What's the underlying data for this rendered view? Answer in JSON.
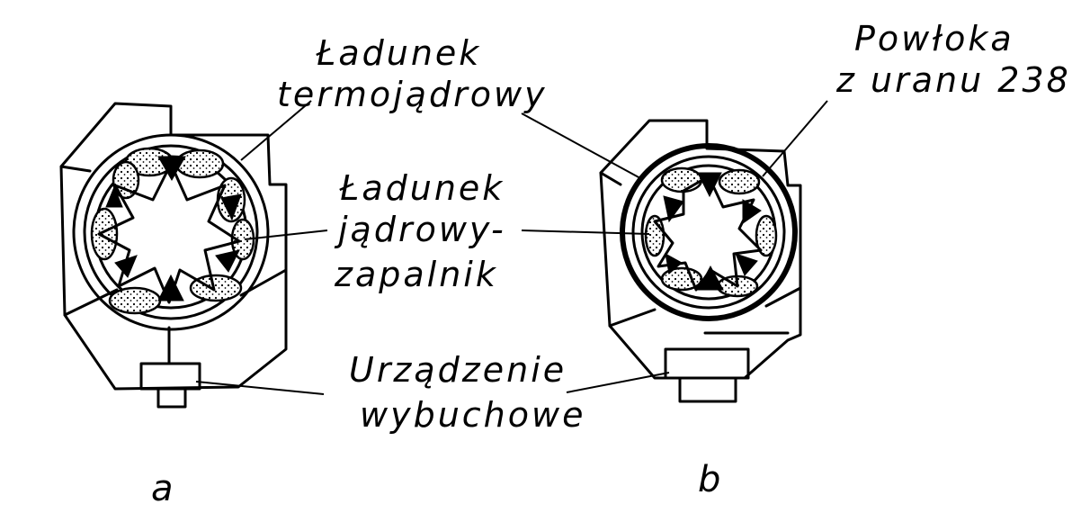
{
  "labels": {
    "thermonuclear_charge": [
      "Ładunek",
      "termojądrowy"
    ],
    "uranium_shell": [
      "Powłoka",
      "z uranu 238"
    ],
    "nuclear_igniter": [
      "Ładunek",
      "jądrowy-",
      "zapalnik"
    ],
    "explosive_device": [
      "Urządzenie",
      "wybuchowe"
    ]
  },
  "panels": {
    "a": "a",
    "b": "b"
  },
  "colors": {
    "ink": "#000000",
    "paper": "#ffffff"
  }
}
